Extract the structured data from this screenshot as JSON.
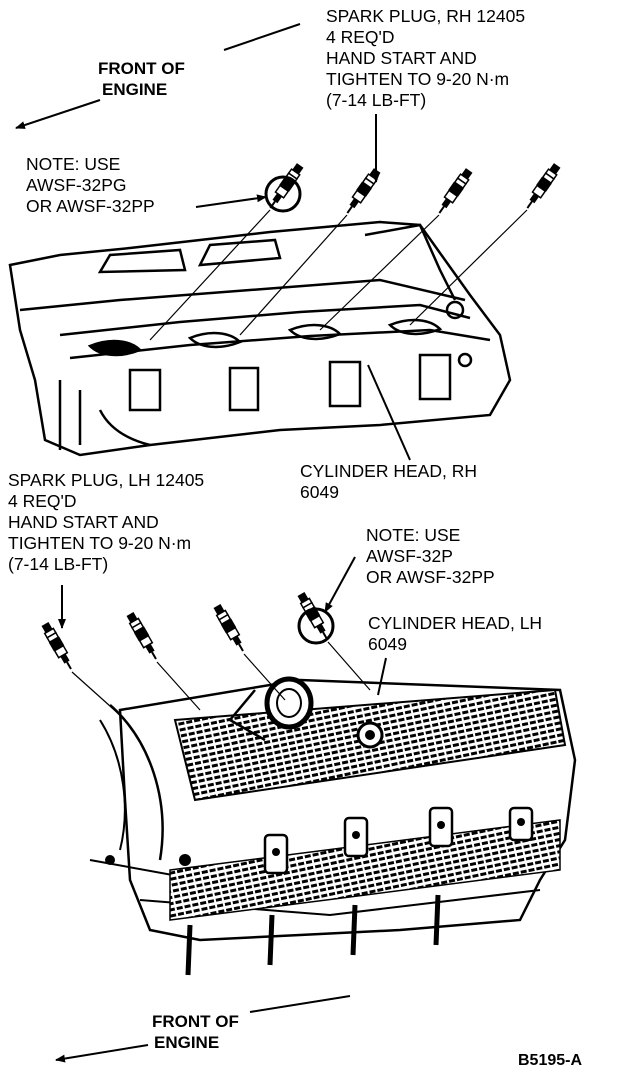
{
  "labels": {
    "front_engine_top": [
      "FRONT OF",
      "ENGINE"
    ],
    "spark_plug_rh": [
      "SPARK PLUG, RH 12405",
      "4 REQ'D",
      "HAND START AND",
      "TIGHTEN TO 9-20 N·m",
      "(7-14 LB-FT)"
    ],
    "note_rh": [
      "NOTE: USE",
      "AWSF-32PG",
      "OR AWSF-32PP"
    ],
    "cylinder_head_rh": [
      "CYLINDER HEAD, RH",
      "6049"
    ],
    "spark_plug_lh": [
      "SPARK PLUG, LH 12405",
      "4 REQ'D",
      "HAND START AND",
      "TIGHTEN TO 9-20 N·m",
      "(7-14 LB-FT)"
    ],
    "note_lh": [
      "NOTE: USE",
      "AWSF-32P",
      "OR AWSF-32PP"
    ],
    "cylinder_head_lh": [
      "CYLINDER HEAD, LH",
      "6049"
    ],
    "front_engine_bottom": [
      "FRONT OF",
      "ENGINE"
    ],
    "figure_code": "B5195-A"
  },
  "colors": {
    "ink": "#000000",
    "paper": "#ffffff"
  }
}
